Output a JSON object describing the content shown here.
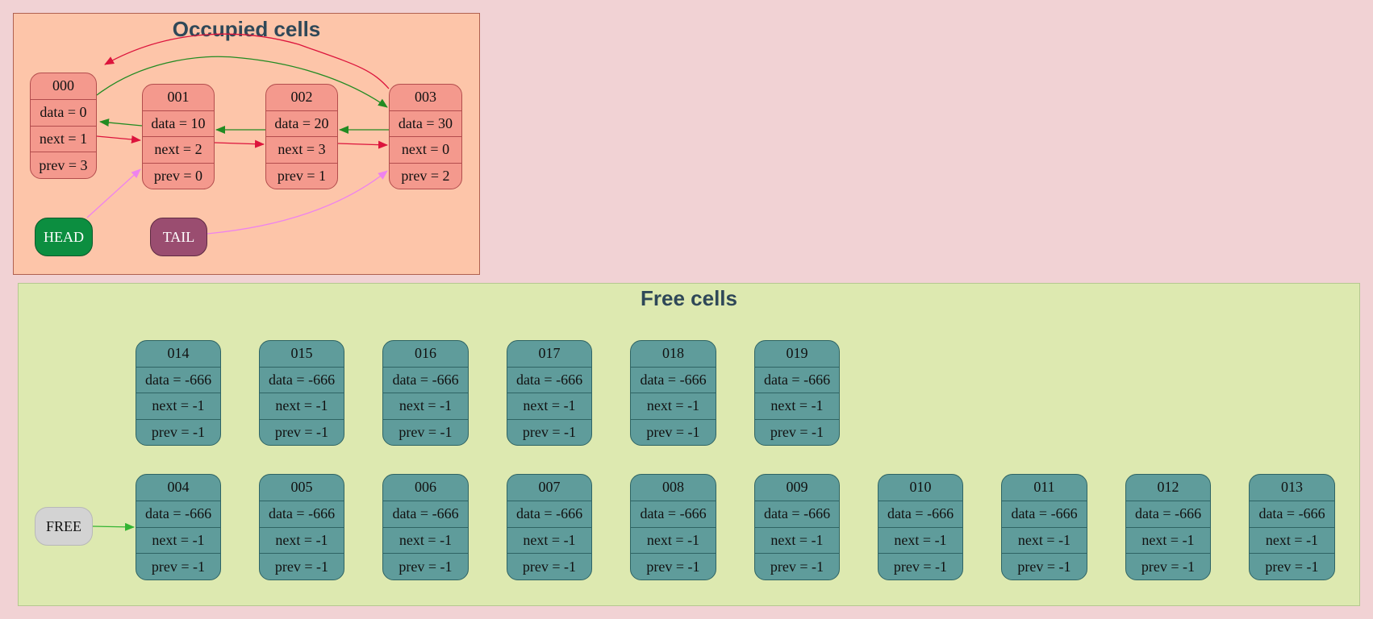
{
  "clusters": {
    "occupied_title": "Occupied cells",
    "free_title": "Free cells"
  },
  "occupied": [
    {
      "id": "000",
      "data": "data = 0",
      "next": "next = 1",
      "prev": "prev = 3"
    },
    {
      "id": "001",
      "data": "data = 10",
      "next": "next = 2",
      "prev": "prev = 0"
    },
    {
      "id": "002",
      "data": "data = 20",
      "next": "next = 3",
      "prev": "prev = 1"
    },
    {
      "id": "003",
      "data": "data = 30",
      "next": "next = 0",
      "prev": "prev = 2"
    }
  ],
  "free": [
    {
      "id": "004",
      "data": "data = -666",
      "next": "next = -1",
      "prev": "prev = -1"
    },
    {
      "id": "005",
      "data": "data = -666",
      "next": "next = -1",
      "prev": "prev = -1"
    },
    {
      "id": "006",
      "data": "data = -666",
      "next": "next = -1",
      "prev": "prev = -1"
    },
    {
      "id": "007",
      "data": "data = -666",
      "next": "next = -1",
      "prev": "prev = -1"
    },
    {
      "id": "008",
      "data": "data = -666",
      "next": "next = -1",
      "prev": "prev = -1"
    },
    {
      "id": "009",
      "data": "data = -666",
      "next": "next = -1",
      "prev": "prev = -1"
    },
    {
      "id": "010",
      "data": "data = -666",
      "next": "next = -1",
      "prev": "prev = -1"
    },
    {
      "id": "011",
      "data": "data = -666",
      "next": "next = -1",
      "prev": "prev = -1"
    },
    {
      "id": "012",
      "data": "data = -666",
      "next": "next = -1",
      "prev": "prev = -1"
    },
    {
      "id": "013",
      "data": "data = -666",
      "next": "next = -1",
      "prev": "prev = -1"
    },
    {
      "id": "014",
      "data": "data = -666",
      "next": "next = -1",
      "prev": "prev = -1"
    },
    {
      "id": "015",
      "data": "data = -666",
      "next": "next = -1",
      "prev": "prev = -1"
    },
    {
      "id": "016",
      "data": "data = -666",
      "next": "next = -1",
      "prev": "prev = -1"
    },
    {
      "id": "017",
      "data": "data = -666",
      "next": "next = -1",
      "prev": "prev = -1"
    },
    {
      "id": "018",
      "data": "data = -666",
      "next": "next = -1",
      "prev": "prev = -1"
    },
    {
      "id": "019",
      "data": "data = -666",
      "next": "next = -1",
      "prev": "prev = -1"
    }
  ],
  "pointers": {
    "head": "HEAD",
    "tail": "TAIL",
    "free": "FREE"
  },
  "edges": [
    {
      "from": "000",
      "to": "001",
      "kind": "next"
    },
    {
      "from": "001",
      "to": "002",
      "kind": "next"
    },
    {
      "from": "002",
      "to": "003",
      "kind": "next"
    },
    {
      "from": "003",
      "to": "000",
      "kind": "next"
    },
    {
      "from": "001",
      "to": "000",
      "kind": "prev"
    },
    {
      "from": "002",
      "to": "001",
      "kind": "prev"
    },
    {
      "from": "003",
      "to": "002",
      "kind": "prev"
    },
    {
      "from": "000",
      "to": "003",
      "kind": "prev"
    },
    {
      "from": "HEAD",
      "to": "001",
      "kind": "pointer"
    },
    {
      "from": "TAIL",
      "to": "003",
      "kind": "pointer"
    },
    {
      "from": "FREE",
      "to": "004",
      "kind": "free-list"
    }
  ],
  "colors": {
    "background": "#f1d2d4",
    "occupied_cluster": "#fdc5a9",
    "free_cluster": "#dde9b0",
    "occupied_cell": "#f4998d",
    "free_cell": "#5f9c9b",
    "head": "#0c8e40",
    "tail": "#9a4d70",
    "free_pointer": "#d3d3d3",
    "next_edge": "#dc143c",
    "prev_edge": "#228b22",
    "pointer_edge": "#ee82ee",
    "free_edge": "#32b432",
    "title_text": "#2f4858"
  }
}
